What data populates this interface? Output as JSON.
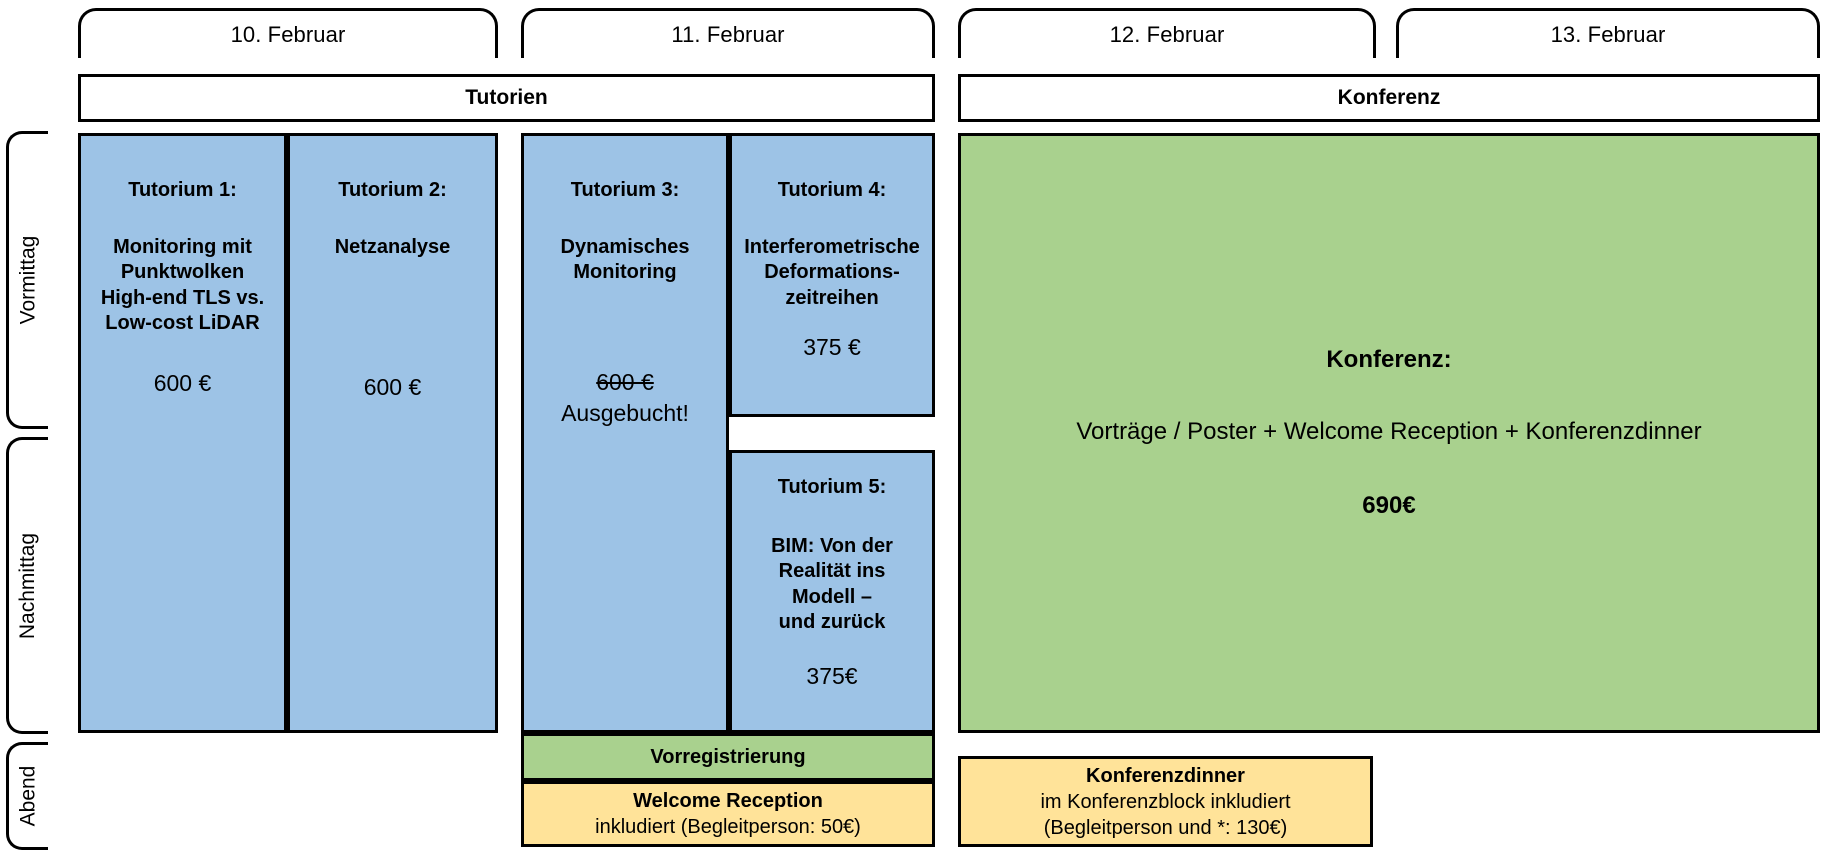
{
  "schedule": {
    "days": [
      {
        "label": "10. Februar"
      },
      {
        "label": "11. Februar"
      },
      {
        "label": "12. Februar"
      },
      {
        "label": "13. Februar"
      }
    ],
    "category_bars": [
      {
        "label": "Tutorien"
      },
      {
        "label": "Konferenz"
      }
    ],
    "time_brackets": [
      {
        "label": "Vormittag"
      },
      {
        "label": "Nachmittag"
      },
      {
        "label": "Abend"
      }
    ],
    "tutorials": [
      {
        "title": "Tutorium 1:",
        "desc": "Monitoring mit\nPunktwolken\nHigh-end TLS vs.\nLow-cost LiDAR",
        "price": "600 €",
        "price_struck": "",
        "status": "",
        "color": "#9DC3E6"
      },
      {
        "title": "Tutorium 2:",
        "desc": "Netzanalyse",
        "price": "600 €",
        "price_struck": "",
        "status": "",
        "color": "#9DC3E6"
      },
      {
        "title": "Tutorium 3:",
        "desc": "Dynamisches\nMonitoring",
        "price": "",
        "price_struck": "600 €",
        "status": "Ausgebucht!",
        "color": "#9DC3E6"
      },
      {
        "title": "Tutorium 4:",
        "desc": "Interferometrische\nDeformations-\nzeitreihen",
        "price": "375 €",
        "price_struck": "",
        "status": "",
        "color": "#9DC3E6"
      },
      {
        "title": "Tutorium 5:",
        "desc": "BIM: Von der\nRealität ins\nModell –\nund zurück",
        "price": "375€",
        "price_struck": "",
        "status": "",
        "color": "#9DC3E6"
      }
    ],
    "conference": {
      "title": "Konferenz:",
      "subtitle": "Vorträge / Poster + Welcome Reception + Konferenzdinner",
      "price": "690€",
      "color": "#A9D18E"
    },
    "evening": [
      {
        "name": "vorregistrierung",
        "title": "Vorregistrierung",
        "sub": "",
        "sub2": "",
        "color": "#A9D18E"
      },
      {
        "name": "welcome-reception",
        "title": "Welcome Reception",
        "sub": "inkludiert (Begleitperson: 50€)",
        "sub2": "",
        "color": "#FFE399"
      },
      {
        "name": "konferenzdinner",
        "title": "Konferenzdinner",
        "sub": "im Konferenzblock inkludiert",
        "sub2": "(Begleitperson und *: 130€)",
        "color": "#FFE399"
      }
    ]
  },
  "colors": {
    "tutorial_blue": "#9DC3E6",
    "conference_green": "#A9D18E",
    "event_yellow": "#FFE399",
    "outline": "#000000",
    "background": "#FFFFFF"
  }
}
